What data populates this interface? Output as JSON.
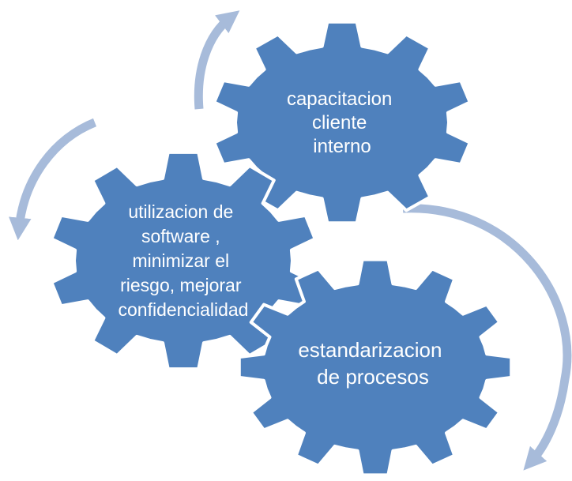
{
  "colors": {
    "gear_fill": "#4f81bd",
    "gear_stroke": "#ffffff",
    "arrow": "#a7bbda",
    "text": "#ffffff",
    "background": "#ffffff"
  },
  "gears": [
    {
      "id": "top",
      "lines": [
        "capacitacion",
        "cliente",
        "interno"
      ]
    },
    {
      "id": "left",
      "lines": [
        "utilizacion de",
        "software ,",
        "minimizar el",
        "riesgo, mejorar",
        "confidencialidad"
      ]
    },
    {
      "id": "bottom",
      "lines": [
        "estandarizacion",
        "de procesos"
      ]
    }
  ]
}
